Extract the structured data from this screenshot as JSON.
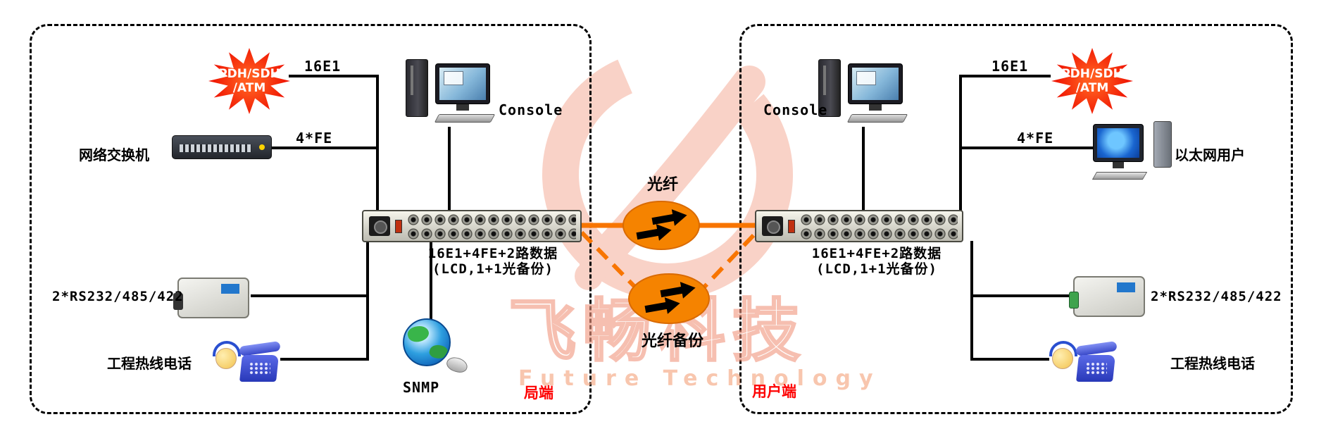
{
  "watermark": {
    "brand_cn": "飞畅科技",
    "brand_en": "Future Technology"
  },
  "center": {
    "fiber": "光纤",
    "fiber_backup": "光纤备份"
  },
  "colors": {
    "fiber_orange": "#f87500",
    "star_red": "#ee1000",
    "region_red": "#fe0000"
  },
  "left": {
    "region": "局端",
    "star_line1": "PDH/SDH",
    "star_line2": "/ATM",
    "link_16e1": "16E1",
    "link_4fe": "4*FE",
    "switch": "网络交换机",
    "console": "Console",
    "device_line1": "16E1+4FE+2路数据",
    "device_line2": "(LCD,1+1光备份)",
    "serial": "2*RS232/485/422",
    "phone": "工程热线电话",
    "snmp": "SNMP"
  },
  "right": {
    "region": "用户端",
    "star_line1": "PDH/SDH",
    "star_line2": "/ATM",
    "link_16e1": "16E1",
    "link_4fe": "4*FE",
    "console": "Console",
    "ethernet_user": "以太网用户",
    "device_line1": "16E1+4FE+2路数据",
    "device_line2": "(LCD,1+1光备份)",
    "serial": "2*RS232/485/422",
    "phone": "工程热线电话"
  }
}
